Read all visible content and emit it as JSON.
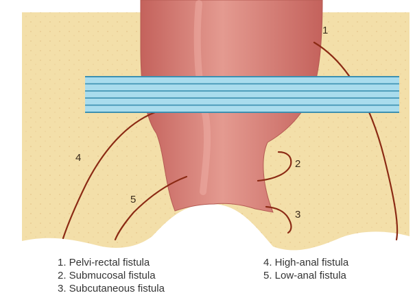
{
  "colors": {
    "tissue": "#f3dfa9",
    "tissue_speckle": "#e9c98a",
    "canal_fill": "#d67a74",
    "canal_shade": "#b95a55",
    "canal_highlight": "#eda49b",
    "tract": "#8b2a14",
    "levator_fill": "#a9dced",
    "levator_line": "#3b8fb0"
  },
  "diagram": {
    "markers": [
      "1",
      "2",
      "3",
      "4",
      "5"
    ]
  },
  "legend": {
    "left": [
      "1. Pelvi-rectal fistula",
      "2. Submucosal fistula",
      "3. Subcutaneous fistula"
    ],
    "right": [
      "4. High-anal fistula",
      "5. Low-anal fistula"
    ]
  }
}
